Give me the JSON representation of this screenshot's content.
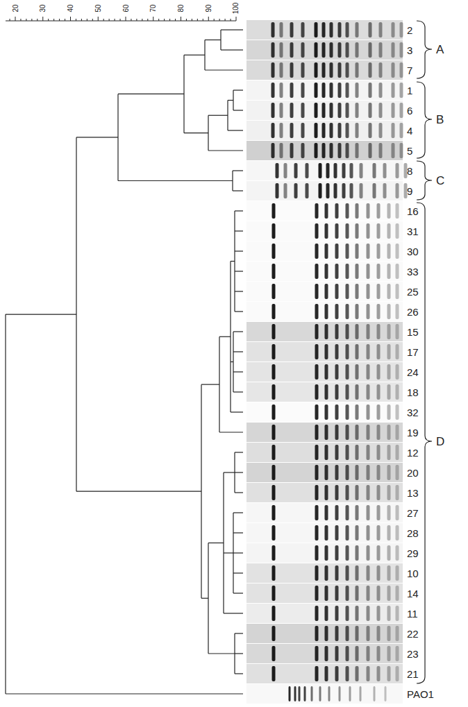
{
  "diagram": {
    "labels": [
      "20",
      "30",
      "40",
      "50",
      "60",
      "70",
      "80",
      "90",
      "100",
      "2",
      "3",
      "7",
      "1",
      "6",
      "4",
      "5",
      "8",
      "9",
      "16",
      "31",
      "30",
      "33",
      "25",
      "26",
      "15",
      "17",
      "24",
      "18",
      "32",
      "19",
      "12",
      "20",
      "13",
      "27",
      "28",
      "29",
      "10",
      "14",
      "11",
      "22",
      "23",
      "21",
      "PAO1",
      "A",
      "B",
      "C",
      "D"
    ]
  }
}
